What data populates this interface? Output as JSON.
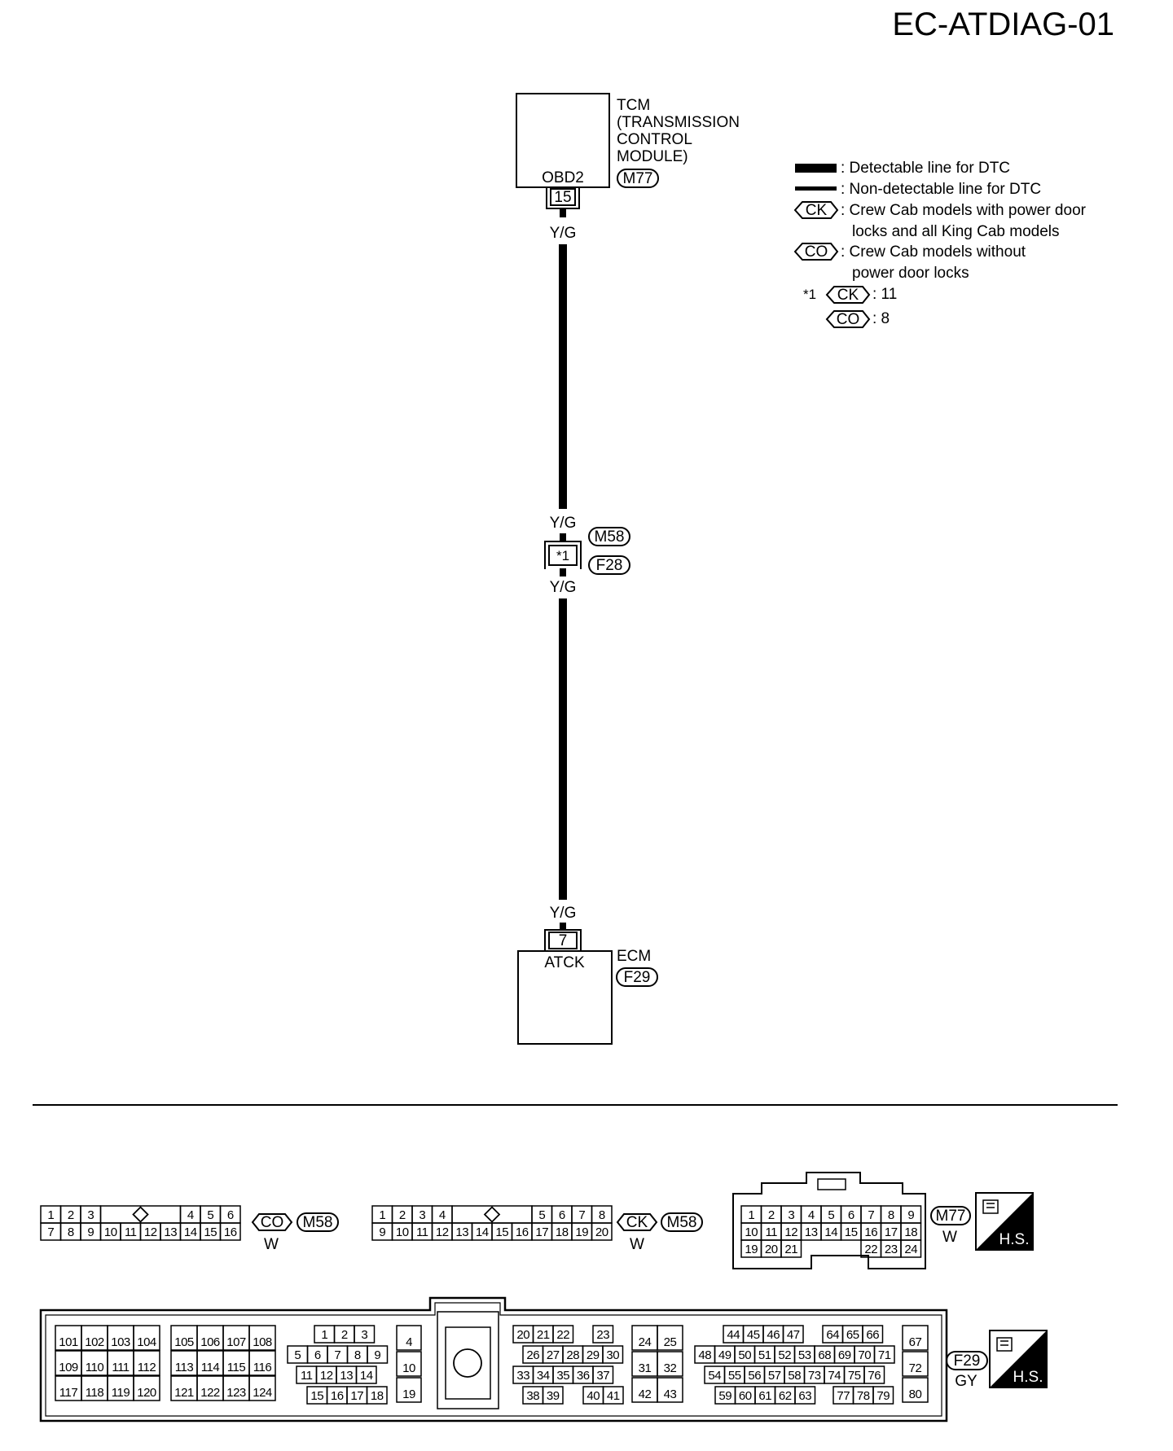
{
  "diagram_code": "EC-ATDIAG-01",
  "tcm": {
    "name_lines": [
      "TCM",
      "(TRANSMISSION",
      "CONTROL",
      "MODULE)"
    ],
    "pin_name": "OBD2",
    "connector": "M77",
    "terminal": "15"
  },
  "wire": {
    "color_label": "Y/G"
  },
  "joint": {
    "terminal": "*1",
    "connector_top": "M58",
    "connector_bottom": "F28"
  },
  "ecm": {
    "name": "ECM",
    "pin_name": "ATCK",
    "connector": "F29",
    "terminal": "7"
  },
  "legend": {
    "detectable": ": Detectable line for DTC",
    "non_detectable": ": Non-detectable line for DTC",
    "ck_tag": "CK",
    "ck_line1": ": Crew Cab models with power door",
    "ck_line2": "locks and all King Cab models",
    "co_tag": "CO",
    "co_line1": ": Crew Cab models without",
    "co_line2": "power door locks",
    "note_marker": "*1",
    "note_ck_value": ": 11",
    "note_co_value": ": 8"
  },
  "connectors": {
    "m58_co": {
      "variant": "CO",
      "connector": "M58",
      "color": "W",
      "row1": [
        "1",
        "2",
        "3",
        "",
        "4",
        "5",
        "6"
      ],
      "row2": [
        "7",
        "8",
        "9",
        "10",
        "11",
        "12",
        "13",
        "14",
        "15",
        "16"
      ]
    },
    "m58_ck": {
      "variant": "CK",
      "connector": "M58",
      "color": "W",
      "row1": [
        "1",
        "2",
        "3",
        "4",
        "",
        "5",
        "6",
        "7",
        "8"
      ],
      "row2": [
        "9",
        "10",
        "11",
        "12",
        "13",
        "14",
        "15",
        "16",
        "17",
        "18",
        "19",
        "20"
      ]
    },
    "m77": {
      "connector": "M77",
      "color": "W",
      "hs_label": "H.S.",
      "row1": [
        "1",
        "2",
        "3",
        "4",
        "5",
        "6",
        "7",
        "8",
        "9"
      ],
      "row2": [
        "10",
        "11",
        "12",
        "13",
        "14",
        "15",
        "16",
        "17",
        "18"
      ],
      "row3_left": [
        "19",
        "20",
        "21"
      ],
      "row3_right": [
        "22",
        "23",
        "24"
      ]
    },
    "f29": {
      "connector": "F29",
      "color": "GY",
      "hs_label": "H.S.",
      "block1": [
        [
          "101",
          "102",
          "103",
          "104"
        ],
        [
          "109",
          "110",
          "111",
          "112"
        ],
        [
          "117",
          "118",
          "119",
          "120"
        ]
      ],
      "block2": [
        [
          "105",
          "106",
          "107",
          "108"
        ],
        [
          "113",
          "114",
          "115",
          "116"
        ],
        [
          "121",
          "122",
          "123",
          "124"
        ]
      ],
      "block3": [
        [
          "1",
          "2",
          "3"
        ],
        [
          "5",
          "6",
          "7",
          "8",
          "9"
        ],
        [
          "11",
          "12",
          "13",
          "14"
        ],
        [
          "15",
          "16",
          "17",
          "18"
        ]
      ],
      "block4": [
        "4",
        "10",
        "19"
      ],
      "block5": [
        [
          "20",
          "21",
          "22",
          "23"
        ],
        [
          "26",
          "27",
          "28",
          "29",
          "30"
        ],
        [
          "33",
          "34",
          "35",
          "36",
          "37"
        ],
        [
          "38",
          "39",
          "40",
          "41"
        ]
      ],
      "block6": [
        [
          "24",
          "25"
        ],
        [
          "31",
          "32"
        ],
        [
          "42",
          "43"
        ]
      ],
      "block7": [
        [
          "44",
          "45",
          "46",
          "47",
          "64",
          "65",
          "66"
        ],
        [
          "48",
          "49",
          "50",
          "51",
          "52",
          "53",
          "68",
          "69",
          "70",
          "71"
        ],
        [
          "54",
          "55",
          "56",
          "57",
          "58",
          "73",
          "74",
          "75",
          "76"
        ],
        [
          "59",
          "60",
          "61",
          "62",
          "63",
          "77",
          "78",
          "79"
        ]
      ],
      "block8": [
        "67",
        "72",
        "80"
      ]
    }
  }
}
